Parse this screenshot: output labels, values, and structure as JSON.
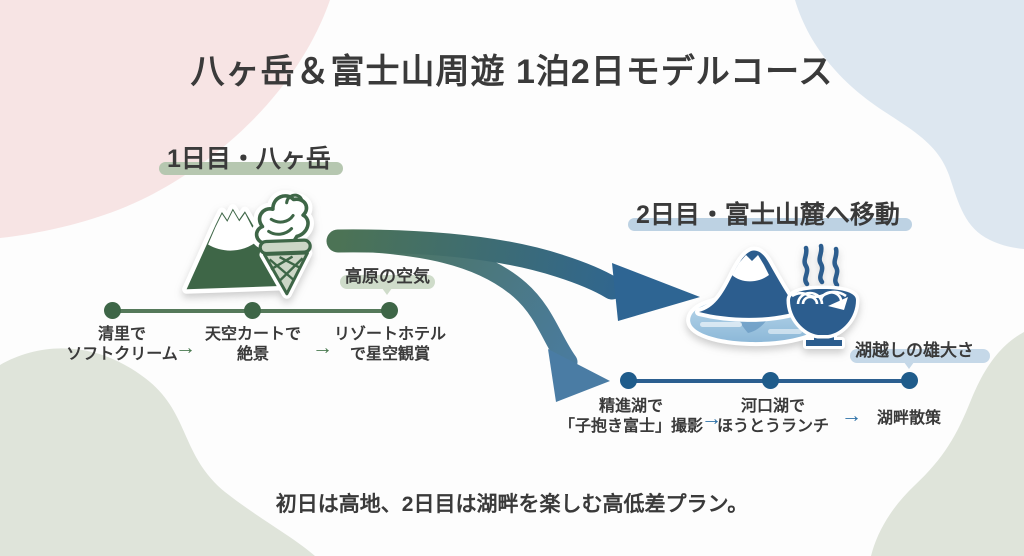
{
  "title": "八ヶ岳＆富士山周遊 1泊2日モデルコース",
  "footer": "初日は高地、2日目は湖畔を楽しむ高低差プラン。",
  "glyphs": {
    "arrow": "→"
  },
  "day1": {
    "header": "1日目・八ヶ岳",
    "note": "高原の空気",
    "icon": "mountain-softcream-icon",
    "stops": [
      {
        "line1": "清里で",
        "line2": "ソフトクリーム"
      },
      {
        "line1": "天空カートで",
        "line2": "絶景"
      },
      {
        "line1": "リゾートホテル",
        "line2": "で星空観賞"
      }
    ]
  },
  "day2": {
    "header": "2日目・富士山麓へ移動",
    "note": "湖越しの雄大さ",
    "icon": "fuji-lake-noodles-icon",
    "stops": [
      {
        "line1": "精進湖で",
        "line2": "「子抱き富士」撮影"
      },
      {
        "line1": "河口湖で",
        "line2": "ほうとうランチ"
      },
      {
        "line1": "湖畔散策",
        "line2": ""
      }
    ]
  },
  "colors": {
    "text_dark": "#3a3a3a",
    "day1_green": "#3e6647",
    "day1_line": "#55795a",
    "day1_arrow": "#4a7a50",
    "day1_highlight": "#b6c7b0",
    "day1_pill": "#cfdcca",
    "cone_soft": "#ccd6c6",
    "day2_blue": "#2c5d8e",
    "day2_line": "#2b5f90",
    "day2_dot": "#1f5c8b",
    "day2_arrow": "#2e72a8",
    "day2_highlight": "#bdd2e3",
    "day2_pill": "#c5d8e8",
    "lake_light": "#bcd9ec",
    "lake_mid": "#8cb8d8",
    "reflection_blue": "#6d9ec6",
    "swoosh_green": "#4c7355",
    "swoosh_blue": "#2e6593",
    "swoosh_blue_light": "#4a7ca4",
    "bg_pink": "#f7e4e4",
    "bg_blue": "#dde7f0",
    "bg_sage": "#dfe4da"
  }
}
